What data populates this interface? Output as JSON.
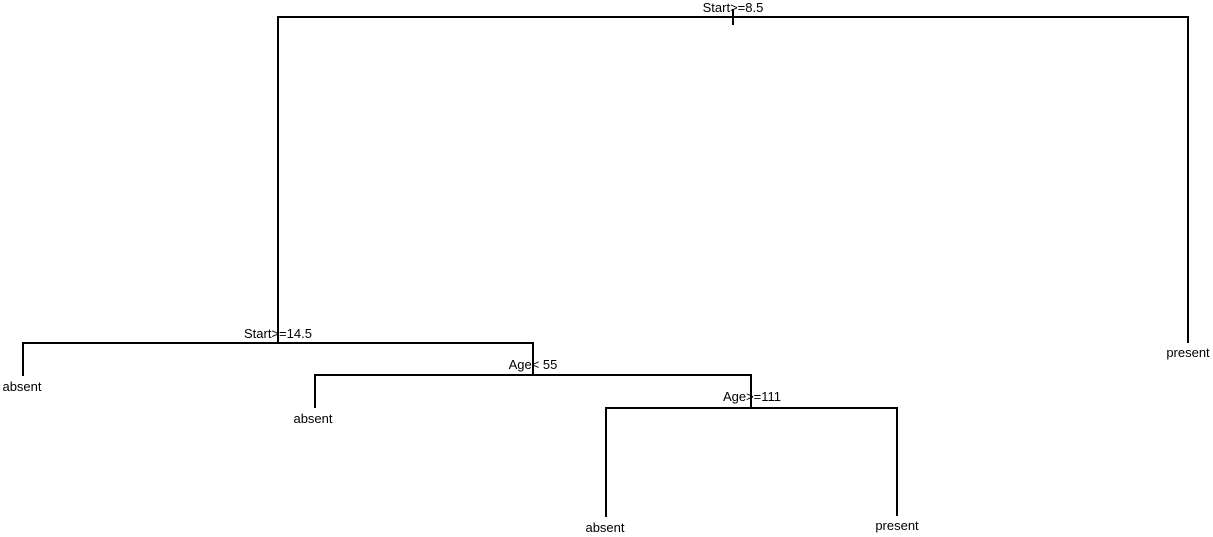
{
  "tree": {
    "root": {
      "split": "Start>=8.5",
      "left": {
        "split": "Start>=14.5",
        "left": {
          "leaf": "absent"
        },
        "right": {
          "split": "Age< 55",
          "left": {
            "leaf": "absent"
          },
          "right": {
            "split": "Age>=111",
            "left": {
              "leaf": "absent"
            },
            "right": {
              "leaf": "present"
            }
          }
        }
      },
      "right": {
        "leaf": "present"
      }
    },
    "colors": {
      "line": "#000000",
      "text": "#000000",
      "background": "#ffffff"
    }
  }
}
